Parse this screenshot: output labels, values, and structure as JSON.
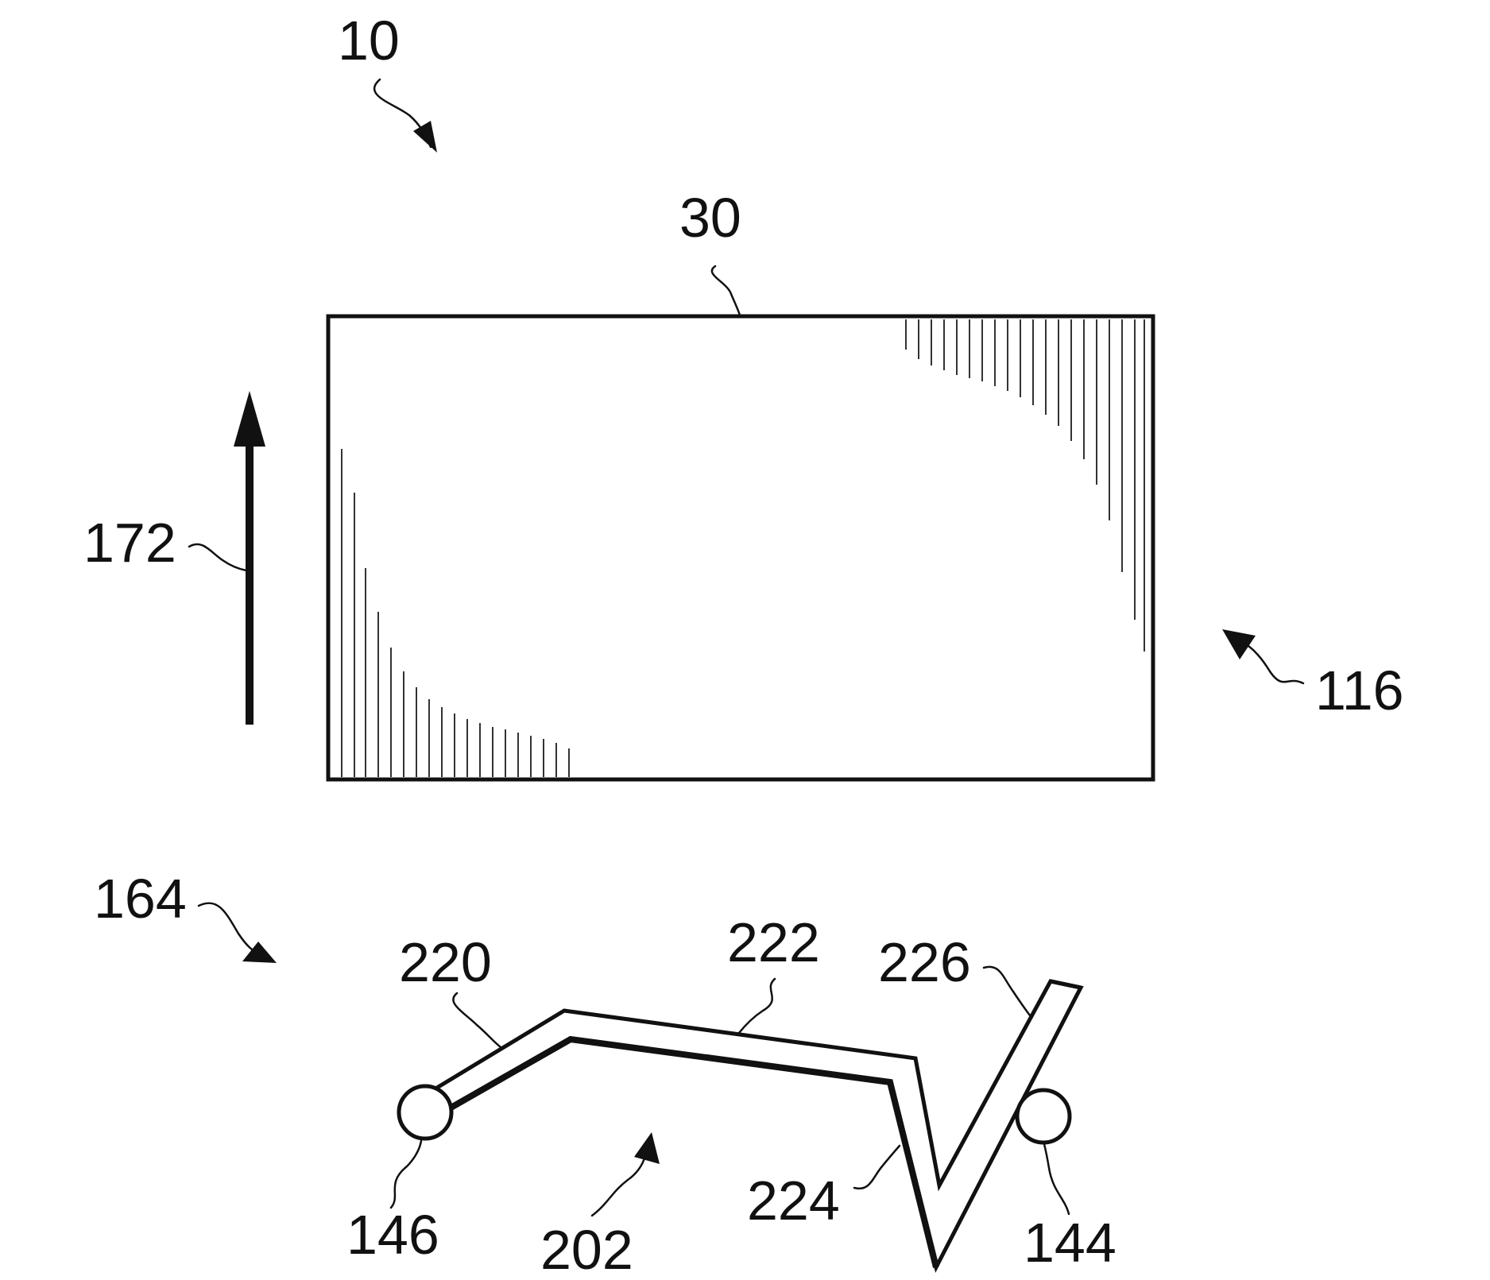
{
  "figure": {
    "reference_numerals": {
      "device": "10",
      "panel": "30",
      "panel_region": "116",
      "path_region": "164",
      "direction_arrow": "172",
      "path": "202",
      "first_segment": "220",
      "second_segment": "222",
      "third_segment": "224",
      "fourth_segment": "226",
      "right_pivot": "144",
      "left_pivot": "146"
    }
  }
}
